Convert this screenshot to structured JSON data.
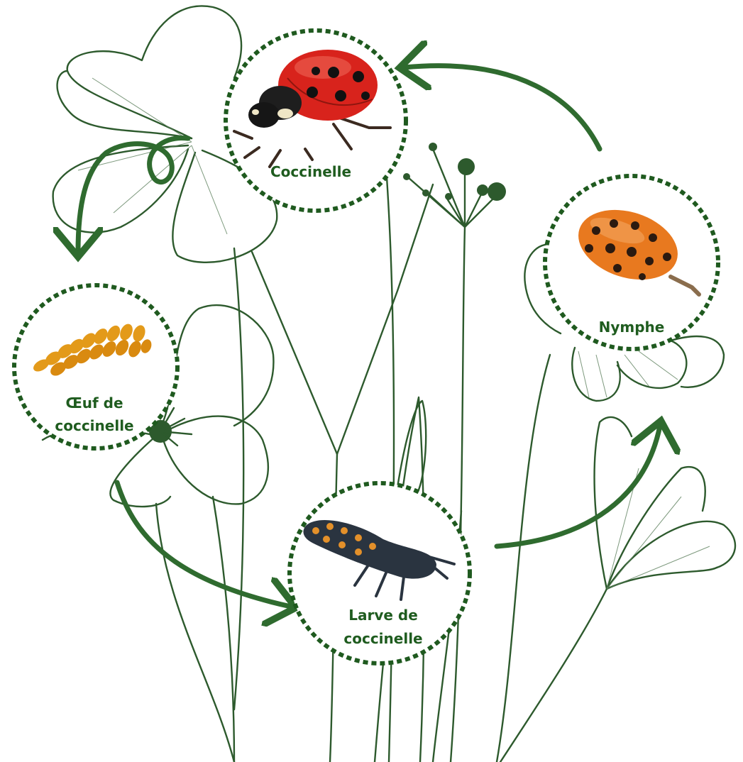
{
  "diagram": {
    "colors": {
      "stroke": "#2d5a2d",
      "accent": "#1f5c1f",
      "ladybug_red": "#d8231c",
      "egg_orange": "#e39a1a",
      "pupa_orange": "#e8791f",
      "larva_dark": "#2a3440"
    },
    "stages": [
      {
        "id": "adult",
        "label_lines": [
          "Coccinelle"
        ],
        "icon": "ladybug-icon"
      },
      {
        "id": "pupa",
        "label_lines": [
          "Nymphe"
        ],
        "icon": "pupa-icon"
      },
      {
        "id": "larva",
        "label_lines": [
          "Larve de",
          "coccinelle"
        ],
        "icon": "larva-icon"
      },
      {
        "id": "egg",
        "label_lines": [
          "Œuf de",
          "coccinelle"
        ],
        "icon": "eggs-icon"
      }
    ],
    "cycle_order": [
      "egg",
      "larva",
      "pupa",
      "adult"
    ]
  }
}
